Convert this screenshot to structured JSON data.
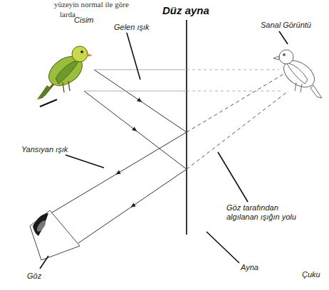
{
  "diagram": {
    "title": "Düz ayna",
    "labels": [
      "yüzeyin  normal  ile göre",
      "larda",
      "Cisim",
      "Gelen ışık",
      "Sanal Görüntü",
      "Yansıyan ışık",
      "Göz tarafından algılanan ışığın yolu",
      "Ayna",
      "Çuku",
      "Göz"
    ]
  }
}
